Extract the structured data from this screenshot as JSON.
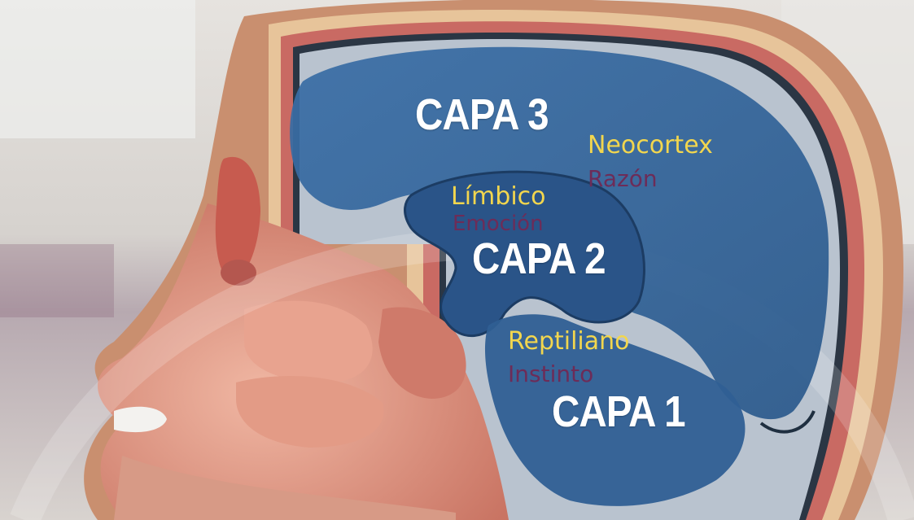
{
  "labels": {
    "capa3": "CAPA 3",
    "capa2": "CAPA 2",
    "capa1": "CAPA 1",
    "neocortex": "Neocortex",
    "razon": "Razón",
    "limbico": "Límbico",
    "emocion": "Emoción",
    "reptiliano": "Reptiliano",
    "instinto": "Instinto"
  },
  "colors": {
    "brain_overlay": "#2f5f93",
    "layer_title": "#ffffff",
    "region_name": "#f2d64e",
    "function_name": "#6d2c58"
  }
}
